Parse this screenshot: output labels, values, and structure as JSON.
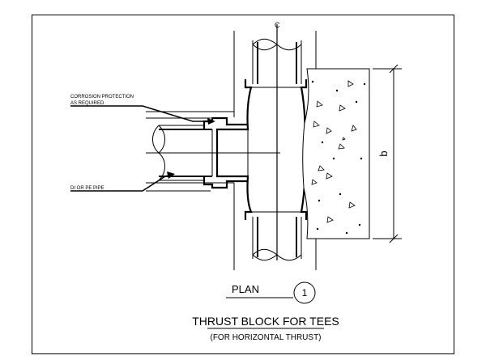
{
  "drawing": {
    "centerline_mark": "C",
    "callouts": {
      "corrosion_line1": "CORROSION PROTECTION",
      "corrosion_line2": "AS REQUIRED",
      "pipe": "DI OR PE PIPE"
    },
    "dimension_label": "b",
    "view": {
      "label": "PLAN",
      "number": "1"
    },
    "title": "THRUST BLOCK FOR TEES",
    "subtitle": "(FOR HORIZONTAL THRUST)",
    "colors": {
      "ink": "#000000",
      "paper": "#ffffff",
      "concrete": "#ffffff"
    }
  }
}
